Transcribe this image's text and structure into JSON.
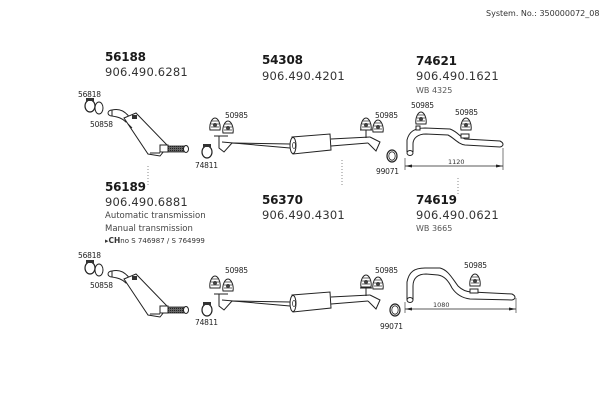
{
  "header": {
    "system_number": "System. No.: 350000072_08"
  },
  "top_row": {
    "groups": [
      {
        "ref": "56188",
        "part_number": "906.490.6281"
      },
      {
        "ref": "54308",
        "part_number": "906.490.4201"
      },
      {
        "ref": "74621",
        "part_number": "906.490.1621",
        "note": "WB 4325"
      }
    ],
    "labels": {
      "clamp_a": "56818",
      "gasket": "50858",
      "clamp_b": "74811",
      "hanger_1": "50985",
      "hanger_2": "50985",
      "hanger_3": "50985",
      "hanger_4": "50985",
      "clamp_c": "99071",
      "dimension": "1120"
    }
  },
  "bottom_row": {
    "groups": [
      {
        "ref": "56189",
        "part_number": "906.490.6881",
        "notes": [
          "Automatic transmission",
          "Manual transmission"
        ],
        "chassis_prefix": "CH",
        "chassis_suffix": "no",
        "chassis_range": "S 746987 / S 764999"
      },
      {
        "ref": "56370",
        "part_number": "906.490.4301"
      },
      {
        "ref": "74619",
        "part_number": "906.490.0621",
        "note": "WB 3665"
      }
    ],
    "labels": {
      "clamp_a": "56818",
      "gasket": "50858",
      "clamp_b": "74811",
      "hanger_1": "50985",
      "hanger_2": "50985",
      "hanger_3": "50985",
      "clamp_c": "99071",
      "dimension": "1080"
    }
  }
}
